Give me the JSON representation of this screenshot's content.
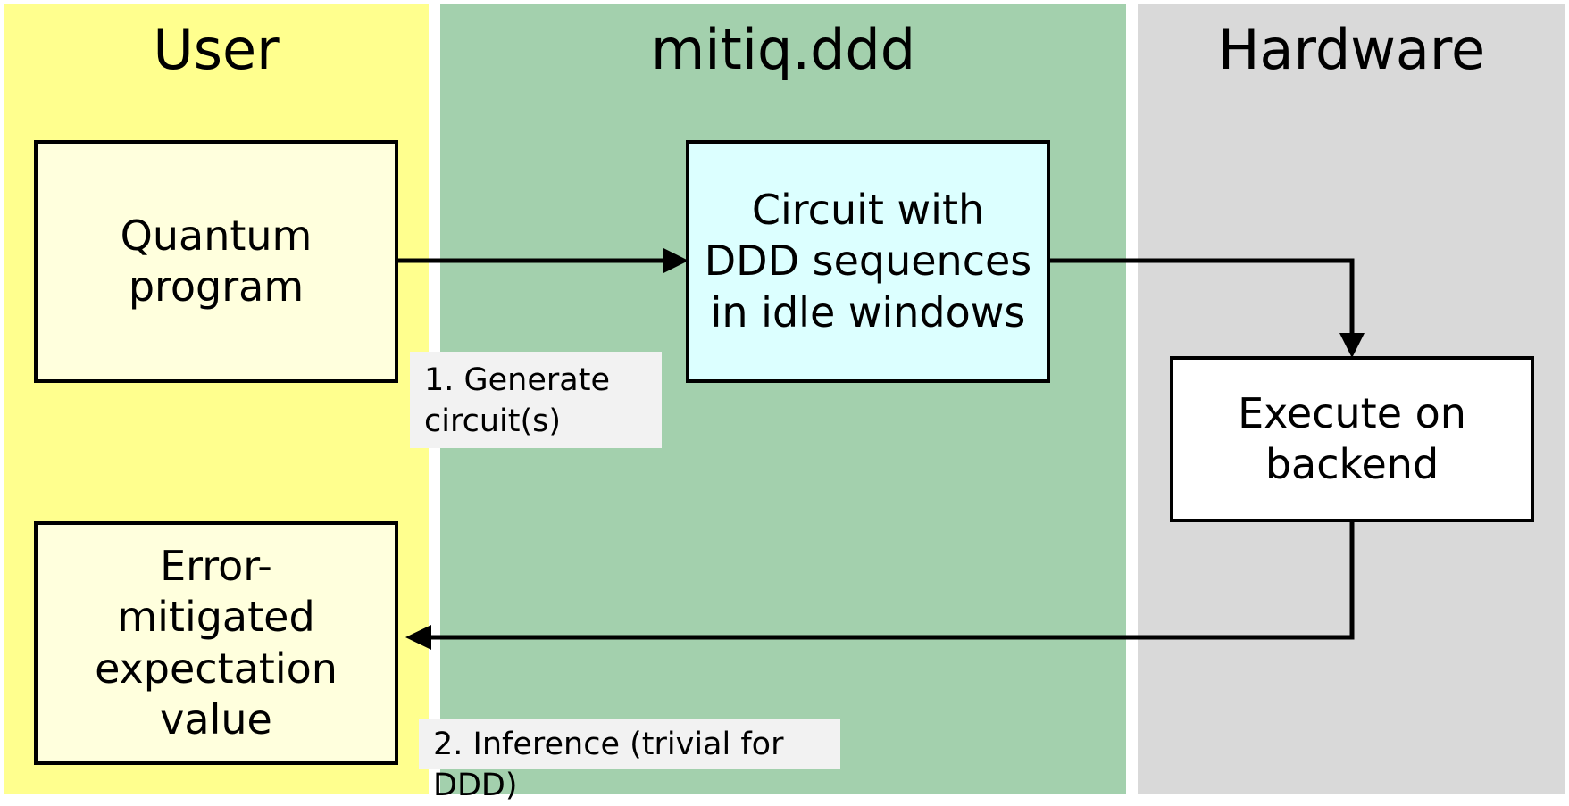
{
  "colors": {
    "user_lane": "#FFFF8E",
    "ddd_lane": "#A3D0AD",
    "hardware_lane": "#D9D9D9",
    "user_box": "#FFFFDD",
    "ddd_box": "#DCFFFF",
    "hardware_box": "#FFFFFF",
    "label_bg": "#F2F2F2",
    "stroke": "#000000"
  },
  "lanes": {
    "user": {
      "title": "User"
    },
    "ddd": {
      "title": "mitiq.ddd"
    },
    "hardware": {
      "title": "Hardware"
    }
  },
  "boxes": {
    "quantum_program": {
      "text": "Quantum\nprogram"
    },
    "ddd_circuit": {
      "text": "Circuit with\nDDD sequences\nin idle windows"
    },
    "execute": {
      "text": "Execute on\nbackend"
    },
    "result": {
      "text": "Error-\nmitigated\nexpectation\nvalue"
    }
  },
  "steps": {
    "generate": {
      "text": "1. Generate\ncircuit(s)"
    },
    "inference": {
      "text": "2. Inference (trivial for DDD)"
    }
  },
  "edges": [
    {
      "from": "quantum_program",
      "to": "ddd_circuit"
    },
    {
      "from": "ddd_circuit",
      "to": "execute"
    },
    {
      "from": "execute",
      "to": "result"
    }
  ]
}
